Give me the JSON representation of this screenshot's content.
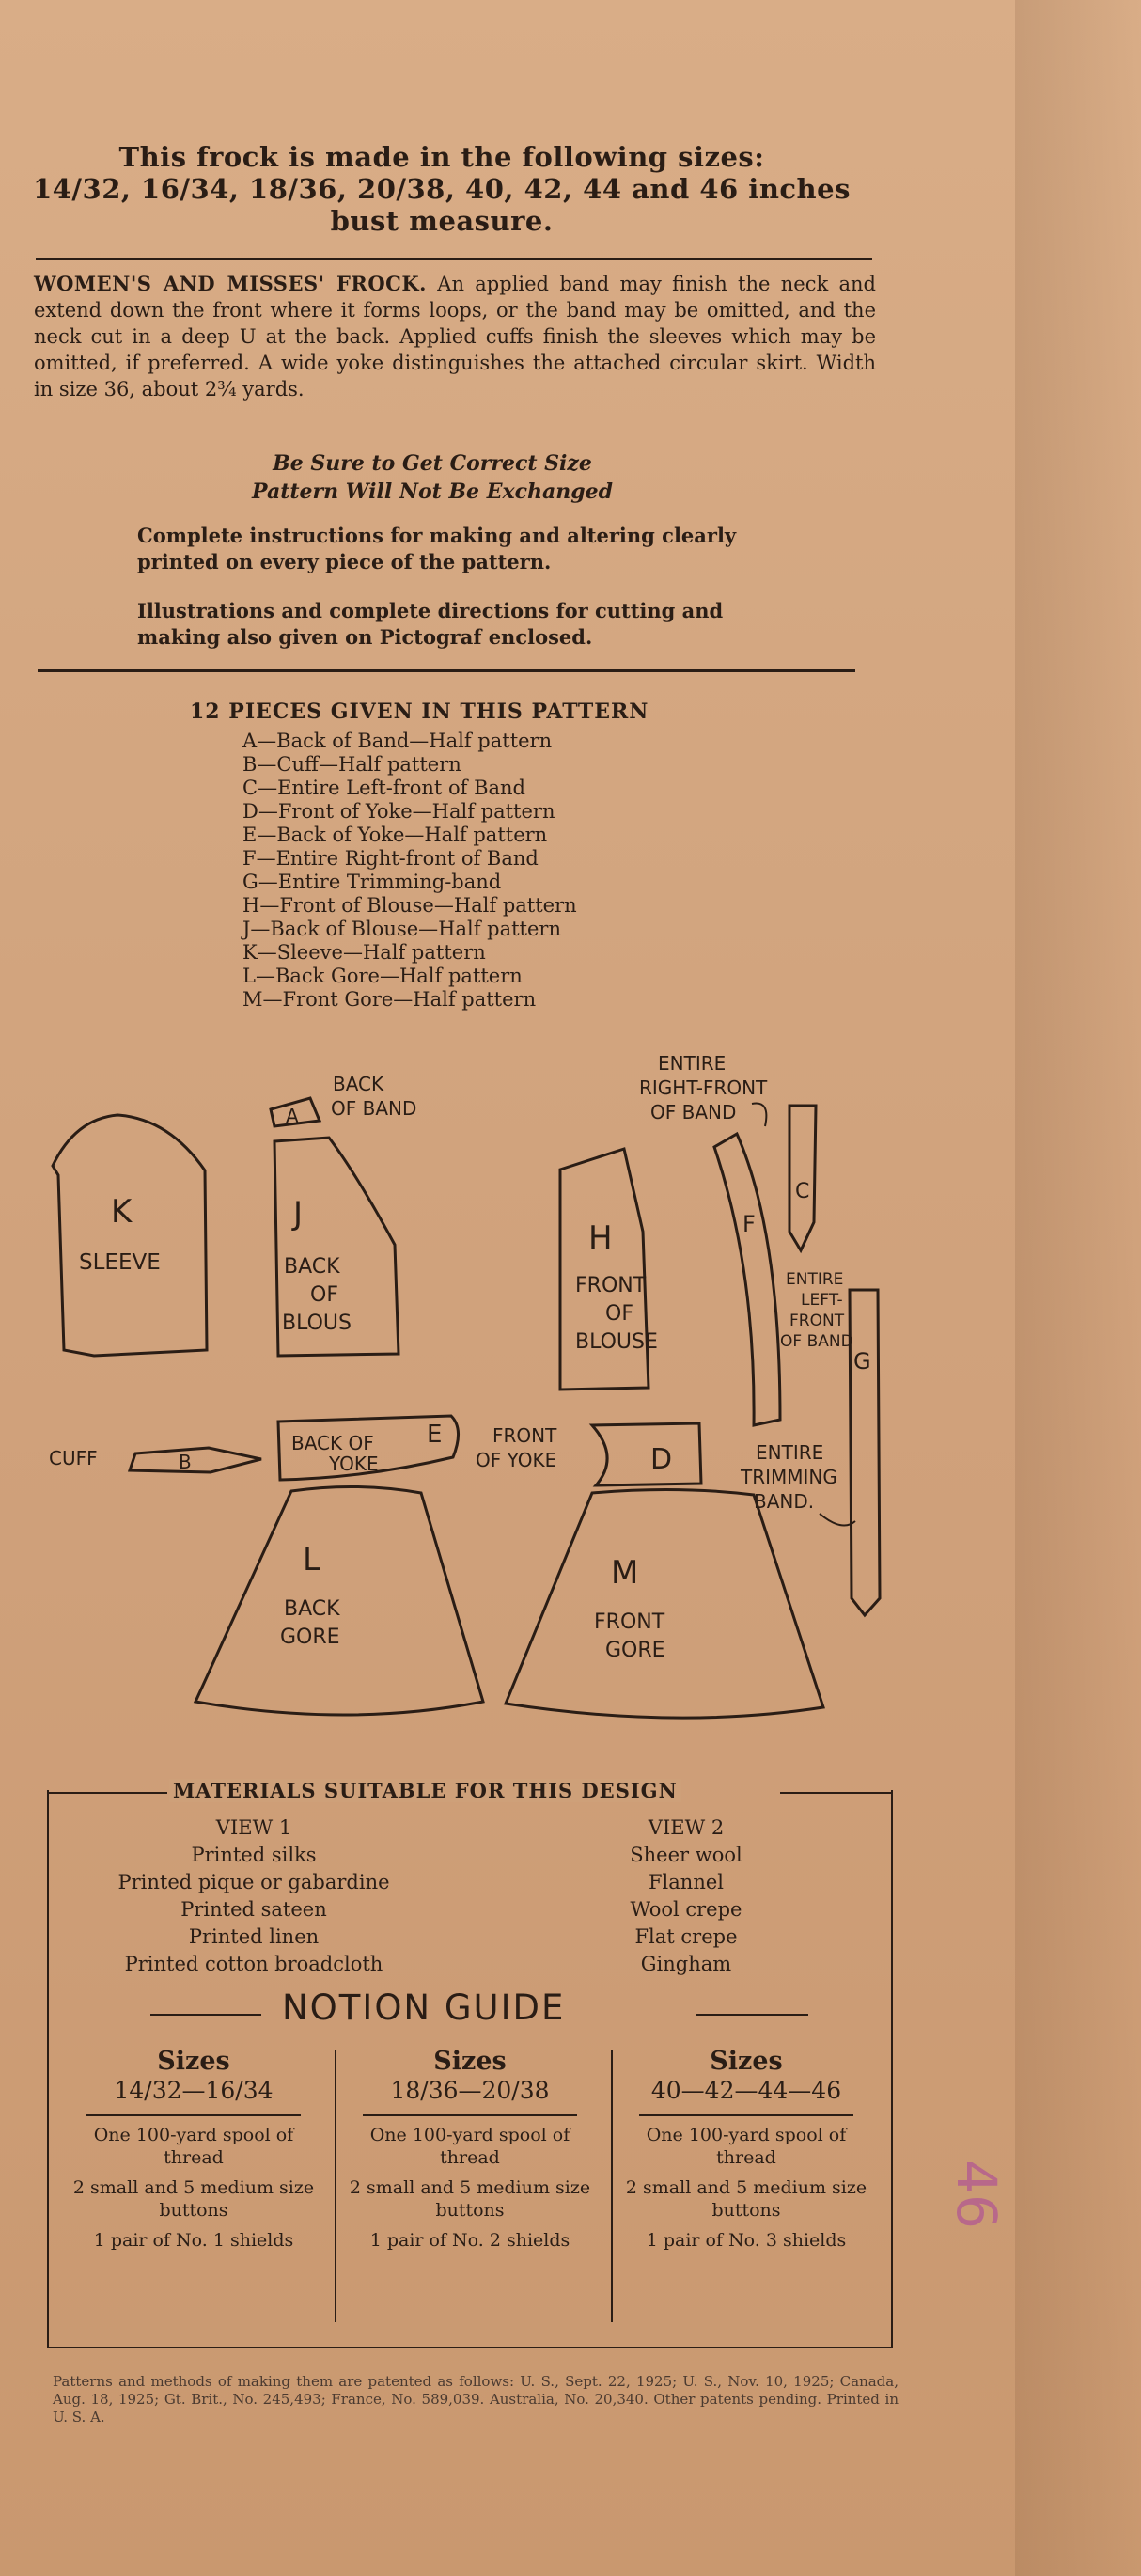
{
  "header": {
    "line1": "This frock is made in the following sizes:",
    "line2": "14/32, 16/34, 18/36, 20/38, 40, 42, 44 and 46 inches",
    "line3": "bust measure."
  },
  "description": {
    "lead": "WOMEN'S AND MISSES' FROCK.",
    "body": "An applied band may finish the neck and extend down the front where it forms loops, or the band may be omitted, and the neck cut in a deep U at the back. Applied cuffs finish the sleeves which may be omitted, if preferred. A wide yoke distinguishes the attached circular skirt. Width in size 36, about 2¾ yards."
  },
  "warning": {
    "line1": "Be Sure to Get Correct Size",
    "line2": "Pattern Will Not Be Exchanged"
  },
  "instructions": {
    "para1": "Complete instructions for making and altering clearly printed on every piece of the pattern.",
    "para2": "Illustrations and complete directions for cutting and making also given on Pictograf enclosed."
  },
  "pieces": {
    "title": "12 PIECES GIVEN IN THIS PATTERN",
    "items": [
      "A—Back of Band—Half pattern",
      "B—Cuff—Half pattern",
      "C—Entire Left-front of Band",
      "D—Front of Yoke—Half pattern",
      "E—Back of Yoke—Half pattern",
      "F—Entire Right-front of Band",
      "G—Entire Trimming-band",
      "H—Front of Blouse—Half pattern",
      "J—Back of Blouse—Half pattern",
      "K—Sleeve—Half pattern",
      "L—Back Gore—Half pattern",
      "M—Front Gore—Half pattern"
    ]
  },
  "diagram": {
    "back_of_band_1": "BACK",
    "back_of_band_2": "OF BAND",
    "letter_a": "A",
    "sleeve_letter": "K",
    "sleeve_label": "SLEEVE",
    "back_blouse_letter": "J",
    "back_blouse_1": "BACK",
    "back_blouse_2": "OF",
    "back_blouse_3": "BLOUS",
    "cuff_label": "CUFF",
    "letter_b": "B",
    "back_yoke_1": "BACK OF",
    "back_yoke_2": "YOKE",
    "letter_e": "E",
    "back_gore_letter": "L",
    "back_gore_1": "BACK",
    "back_gore_2": "GORE",
    "right_front_1": "ENTIRE",
    "right_front_2": "RIGHT-FRONT",
    "right_front_3": "OF BAND",
    "front_blouse_letter": "H",
    "front_blouse_1": "FRONT",
    "front_blouse_2": "OF",
    "front_blouse_3": "BLOUSE",
    "letter_f": "F",
    "letter_c": "C",
    "left_front_1": "ENTIRE",
    "left_front_2": "LEFT-",
    "left_front_3": "FRONT",
    "left_front_4": "OF BAND",
    "letter_g": "G",
    "front_yoke_1": "FRONT",
    "front_yoke_2": "OF YOKE",
    "letter_d": "D",
    "trimming_1": "ENTIRE",
    "trimming_2": "TRIMMING",
    "trimming_3": "BAND.",
    "front_gore_letter": "M",
    "front_gore_1": "FRONT",
    "front_gore_2": "GORE"
  },
  "materials": {
    "title": "MATERIALS SUITABLE FOR THIS DESIGN",
    "view1": {
      "heading": "VIEW 1",
      "items": [
        "Printed silks",
        "Printed pique or gabardine",
        "Printed sateen",
        "Printed linen",
        "Printed cotton broadcloth"
      ]
    },
    "view2": {
      "heading": "VIEW 2",
      "items": [
        "Sheer wool",
        "Flannel",
        "Wool crepe",
        "Flat crepe",
        "Gingham"
      ]
    }
  },
  "notion_guide": {
    "title": "NOTION GUIDE",
    "columns": [
      {
        "heading": "Sizes",
        "range": "14/32—16/34",
        "thread": "One 100-yard spool of thread",
        "buttons": "2 small and 5 medium size buttons",
        "shields": "1 pair of No. 1 shields"
      },
      {
        "heading": "Sizes",
        "range": "18/36—20/38",
        "thread": "One 100-yard spool of thread",
        "buttons": "2 small and 5 medium size buttons",
        "shields": "1 pair of No. 2 shields"
      },
      {
        "heading": "Sizes",
        "range": "40—42—44—46",
        "thread": "One 100-yard spool of thread",
        "buttons": "2 small and 5 medium size buttons",
        "shields": "1 pair of No. 3 shields"
      }
    ]
  },
  "footer": "Patterns and methods of making them are patented as follows: U. S., Sept. 22, 1925; U. S., Nov. 10, 1925; Canada, Aug. 18, 1925; Gt. Brit., No. 245,493; France, No. 589,039. Australia, No. 20,340. Other patents pending. Printed in U. S. A.",
  "handwritten_size": "46",
  "colors": {
    "paper": "#d3a680",
    "ink": "#2a1d15",
    "stamp": "#b8688a"
  }
}
